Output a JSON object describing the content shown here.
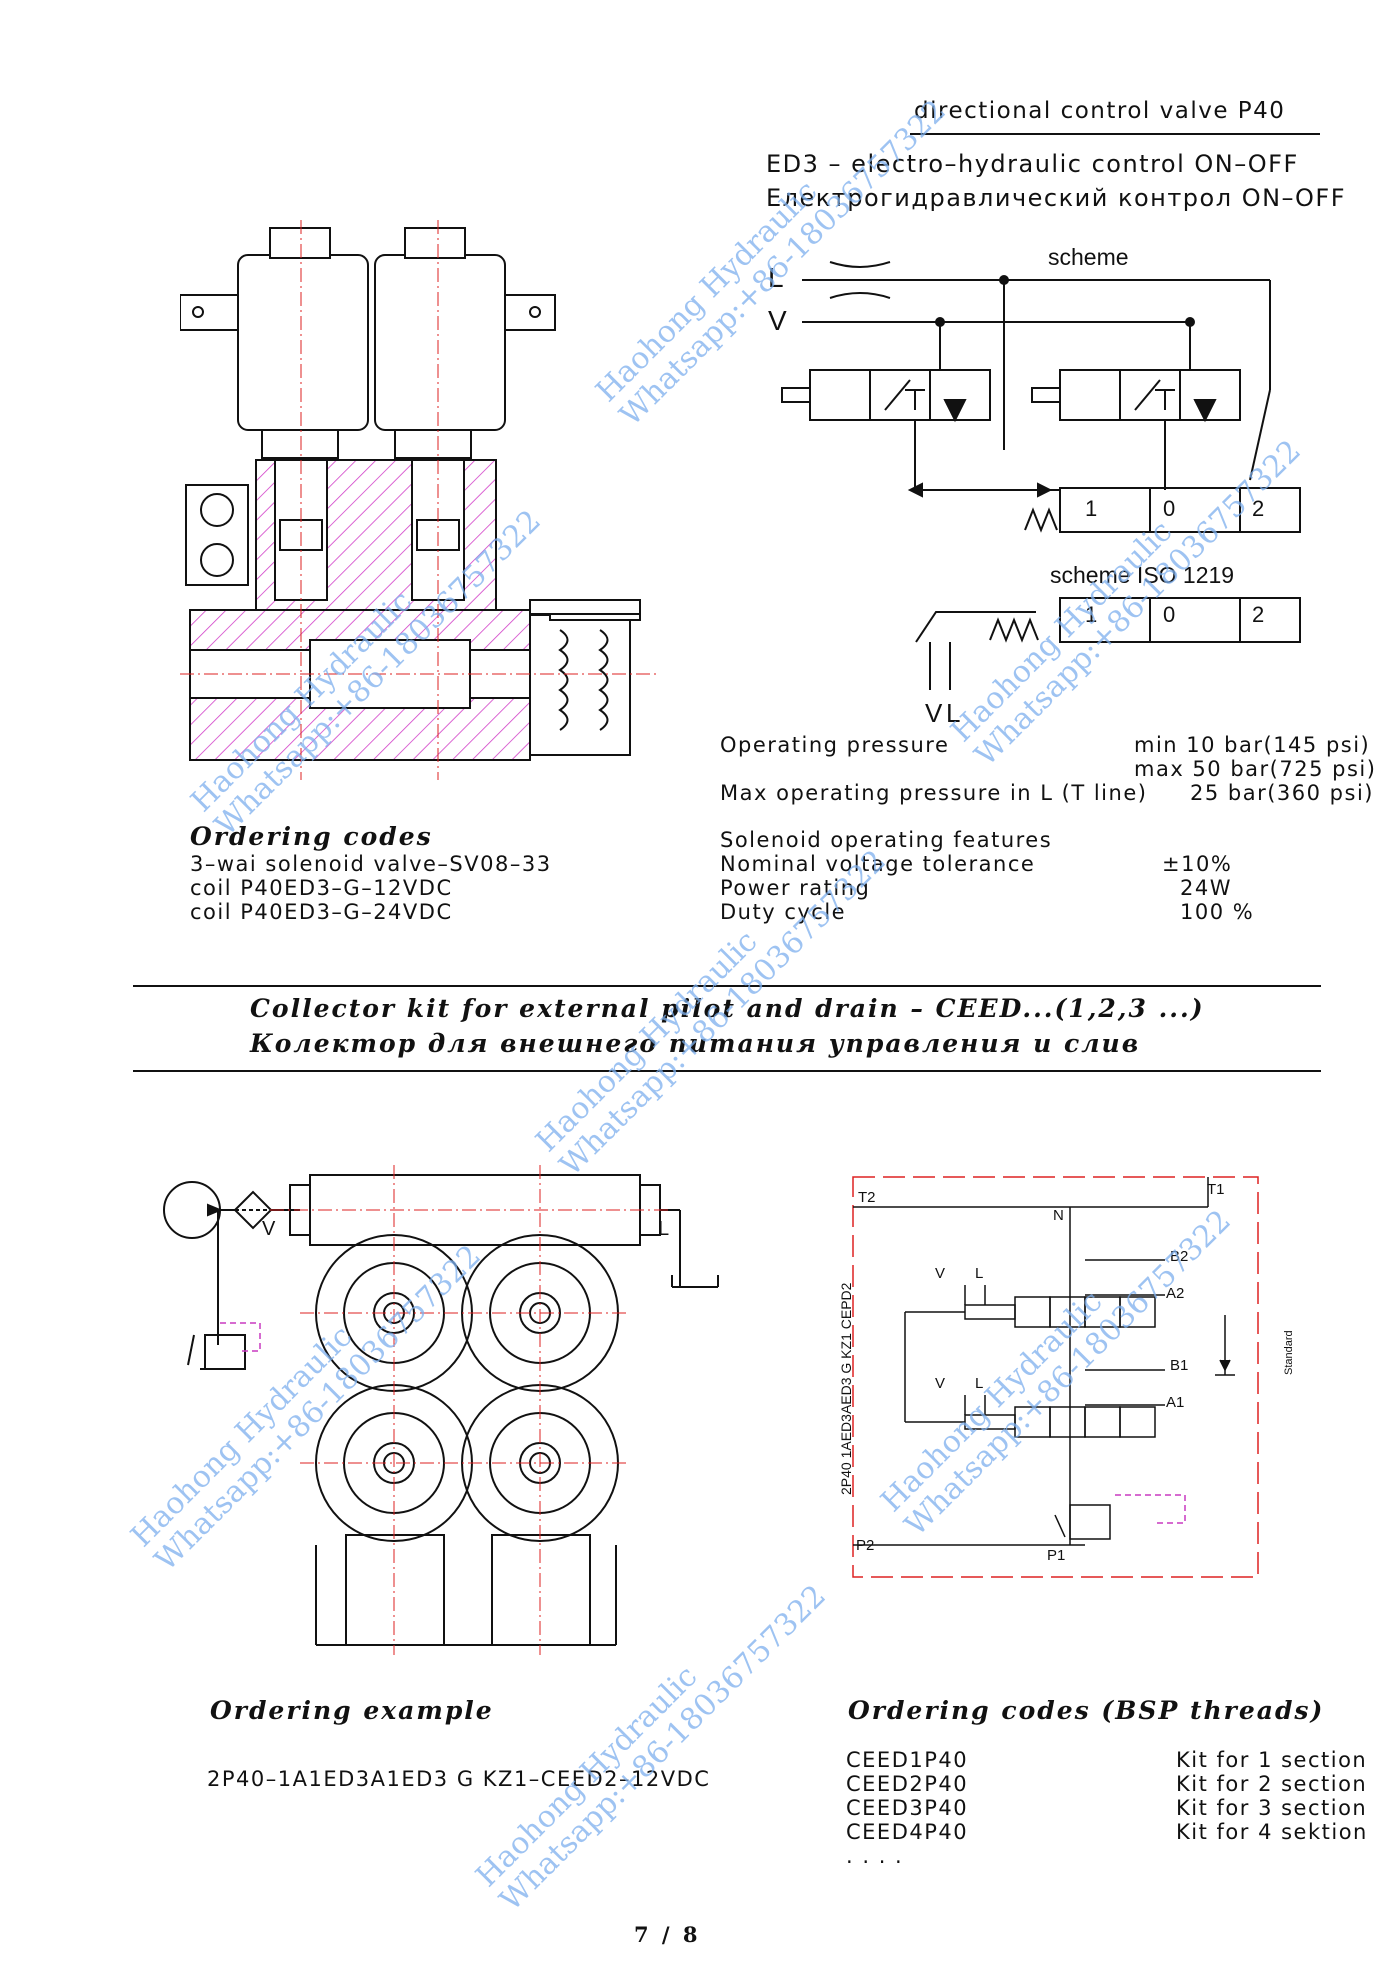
{
  "header": {
    "title": "directional control valve P40",
    "subtitle_en": "ED3 – electro–hydraulic control ON–OFF",
    "subtitle_ru": "Електрогидравлический контрол ON–OFF"
  },
  "scheme": {
    "label": "scheme",
    "port_l": "L",
    "port_v": "V",
    "positions": [
      "1",
      "0",
      "2"
    ]
  },
  "scheme_iso": {
    "label": "scheme ISO 1219",
    "positions": [
      "1",
      "0",
      "2"
    ],
    "port_v": "V",
    "port_l": "L"
  },
  "pressure": {
    "op_label": "Operating pressure",
    "op_min": "min 10 bar(145 psi)",
    "op_max": "max 50 bar(725 psi)",
    "max_l_label": "Max operating pressure in L (T line)",
    "max_l_value": "25 bar(360 psi)"
  },
  "ordering_codes": {
    "title": "Ordering codes",
    "items": [
      "3–wai solenoid valve–SV08–33",
      "coil P40ED3–G–12VDC",
      "coil P40ED3–G–24VDC"
    ]
  },
  "solenoid": {
    "title": "Solenoid operating features",
    "rows": [
      {
        "label": "Nominal voltage tolerance",
        "value": "±10%"
      },
      {
        "label": "Power rating",
        "value": "24W"
      },
      {
        "label": "Duty cycle",
        "value": "100 %"
      }
    ]
  },
  "collector": {
    "title_en": "Collector kit for external pilot and drain – CEED...(1,2,3 ...)",
    "title_ru": "Колектор   для внешнего питания управления и слив"
  },
  "left_drawing": {
    "port_v": "V",
    "port_l": "L"
  },
  "hydraulic": {
    "ports": [
      "T2",
      "T1",
      "N",
      "B2",
      "A2",
      "B1",
      "A1",
      "P2",
      "P1"
    ],
    "vertical_label": "2P40 1AED3AED3 G KZ1 CEPD2",
    "standard": "Standard",
    "v": "V",
    "l": "L"
  },
  "ordering_example": {
    "title": "Ordering example",
    "code": "2P40–1A1ED3A1ED3 G KZ1–CEED2–12VDC"
  },
  "bsp_codes": {
    "title": "Ordering codes (BSP threads)",
    "rows": [
      {
        "code": "CEED1P40",
        "desc": "Kit for 1 section"
      },
      {
        "code": "CEED2P40",
        "desc": "Kit for 2 section"
      },
      {
        "code": "CEED3P40",
        "desc": "Kit for 3 section"
      },
      {
        "code": "CEED4P40",
        "desc": "Kit for 4 sektion"
      }
    ],
    "more": ". . . ."
  },
  "watermark": {
    "line1": "Haohong Hydraulic",
    "line2": "Whatsapp:+86-18036757322"
  },
  "page_number": "7 / 8"
}
